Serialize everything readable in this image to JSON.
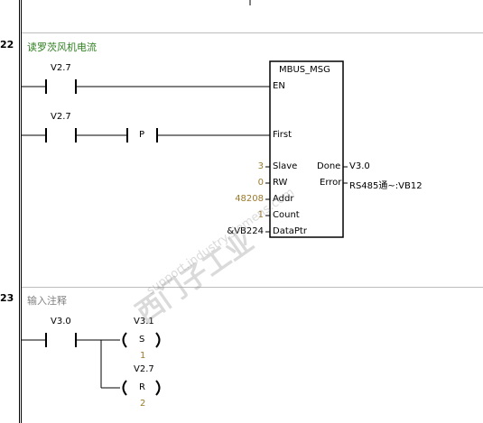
{
  "network22": {
    "number": "22",
    "title": "读罗茨风机电流",
    "contact1": "V2.7",
    "contact2": "V2.7",
    "pulse": "P",
    "block": {
      "name": "MBUS_MSG",
      "pins_in": [
        "EN",
        "First",
        "Slave",
        "RW",
        "Addr",
        "Count",
        "DataPtr"
      ],
      "values_in": [
        "",
        "",
        "3",
        "0",
        "48208",
        "1",
        "&VB224"
      ],
      "pins_out": [
        "Done",
        "Error"
      ],
      "values_out": [
        "V3.0",
        "RS485通~:VB12"
      ]
    }
  },
  "network23": {
    "number": "23",
    "title": "输入注释",
    "contact": "V3.0",
    "coil1": {
      "addr": "V3.1",
      "type": "S",
      "n": "1"
    },
    "coil2": {
      "addr": "V2.7",
      "type": "R",
      "n": "2"
    }
  },
  "watermark": {
    "line1": "西门子工业",
    "line2": "support.industry.siemens.com"
  }
}
